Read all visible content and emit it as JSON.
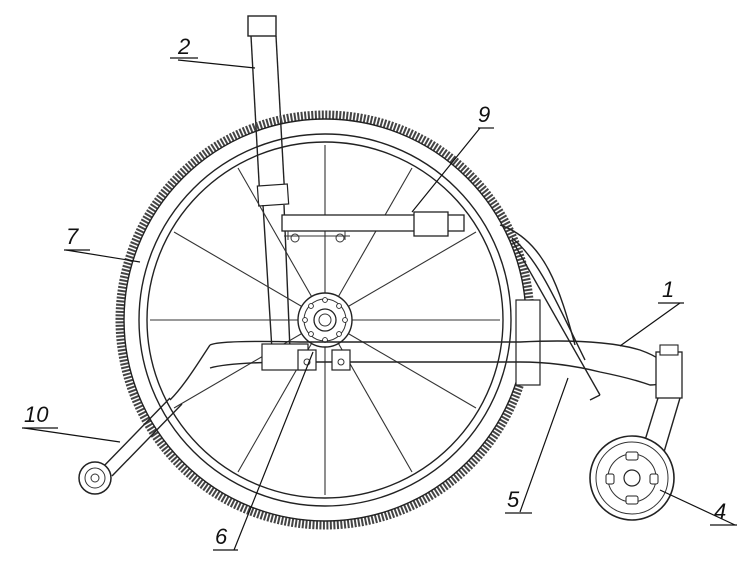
{
  "figure": {
    "callouts": [
      {
        "id": "1",
        "text": "1"
      },
      {
        "id": "2",
        "text": "2"
      },
      {
        "id": "4",
        "text": "4"
      },
      {
        "id": "5",
        "text": "5"
      },
      {
        "id": "6",
        "text": "6"
      },
      {
        "id": "7",
        "text": "7"
      },
      {
        "id": "9",
        "text": "9"
      },
      {
        "id": "10",
        "text": "10"
      }
    ],
    "components": [
      "frame",
      "push-handle",
      "caster-wheel",
      "axle-bracket",
      "rear-wheel",
      "backrest-crossbar",
      "anti-tip-wheel"
    ],
    "colors": {
      "line": "#222222",
      "tire": "#555555",
      "background": "#ffffff"
    }
  }
}
